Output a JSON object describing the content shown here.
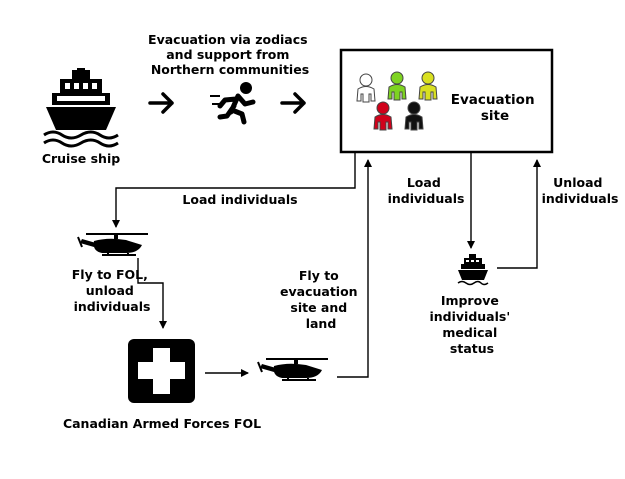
{
  "labels": {
    "evacuation_via_line1": "Evacuation via zodiacs",
    "evacuation_via_line2": "and support from",
    "evacuation_via_line3": "Northern communities",
    "cruise_ship": "Cruise ship",
    "evacuation_site_line1": "Evacuation",
    "evacuation_site_line2": "site",
    "load_individuals_left": "Load individuals",
    "load_individuals_right_line1": "Load",
    "load_individuals_right_line2": "individuals",
    "unload_individuals_line1": "Unload",
    "unload_individuals_line2": "individuals",
    "fly_to_fol_line1": "Fly to FOL,",
    "fly_to_fol_line2": "unload",
    "fly_to_fol_line3": "individuals",
    "fly_to_site_line1": "Fly to",
    "fly_to_site_line2": "evacuation",
    "fly_to_site_line3": "site and",
    "fly_to_site_line4": "land",
    "improve_line1": "Improve",
    "improve_line2": "individuals'",
    "improve_line3": "medical",
    "improve_line4": "status",
    "fol": "Canadian Armed Forces FOL"
  },
  "icons": {
    "cruise_ship": "cruise-ship-icon",
    "runner": "running-person-icon",
    "people": "people-group-icon",
    "helicopter": "helicopter-icon",
    "medical_ship": "medical-ship-icon",
    "medical_cross": "medical-cross-icon"
  },
  "colors": {
    "person_white": "#ffffff",
    "person_green": "#7ed321",
    "person_yellow": "#d9e021",
    "person_red": "#d0021b",
    "person_black": "#111111"
  }
}
